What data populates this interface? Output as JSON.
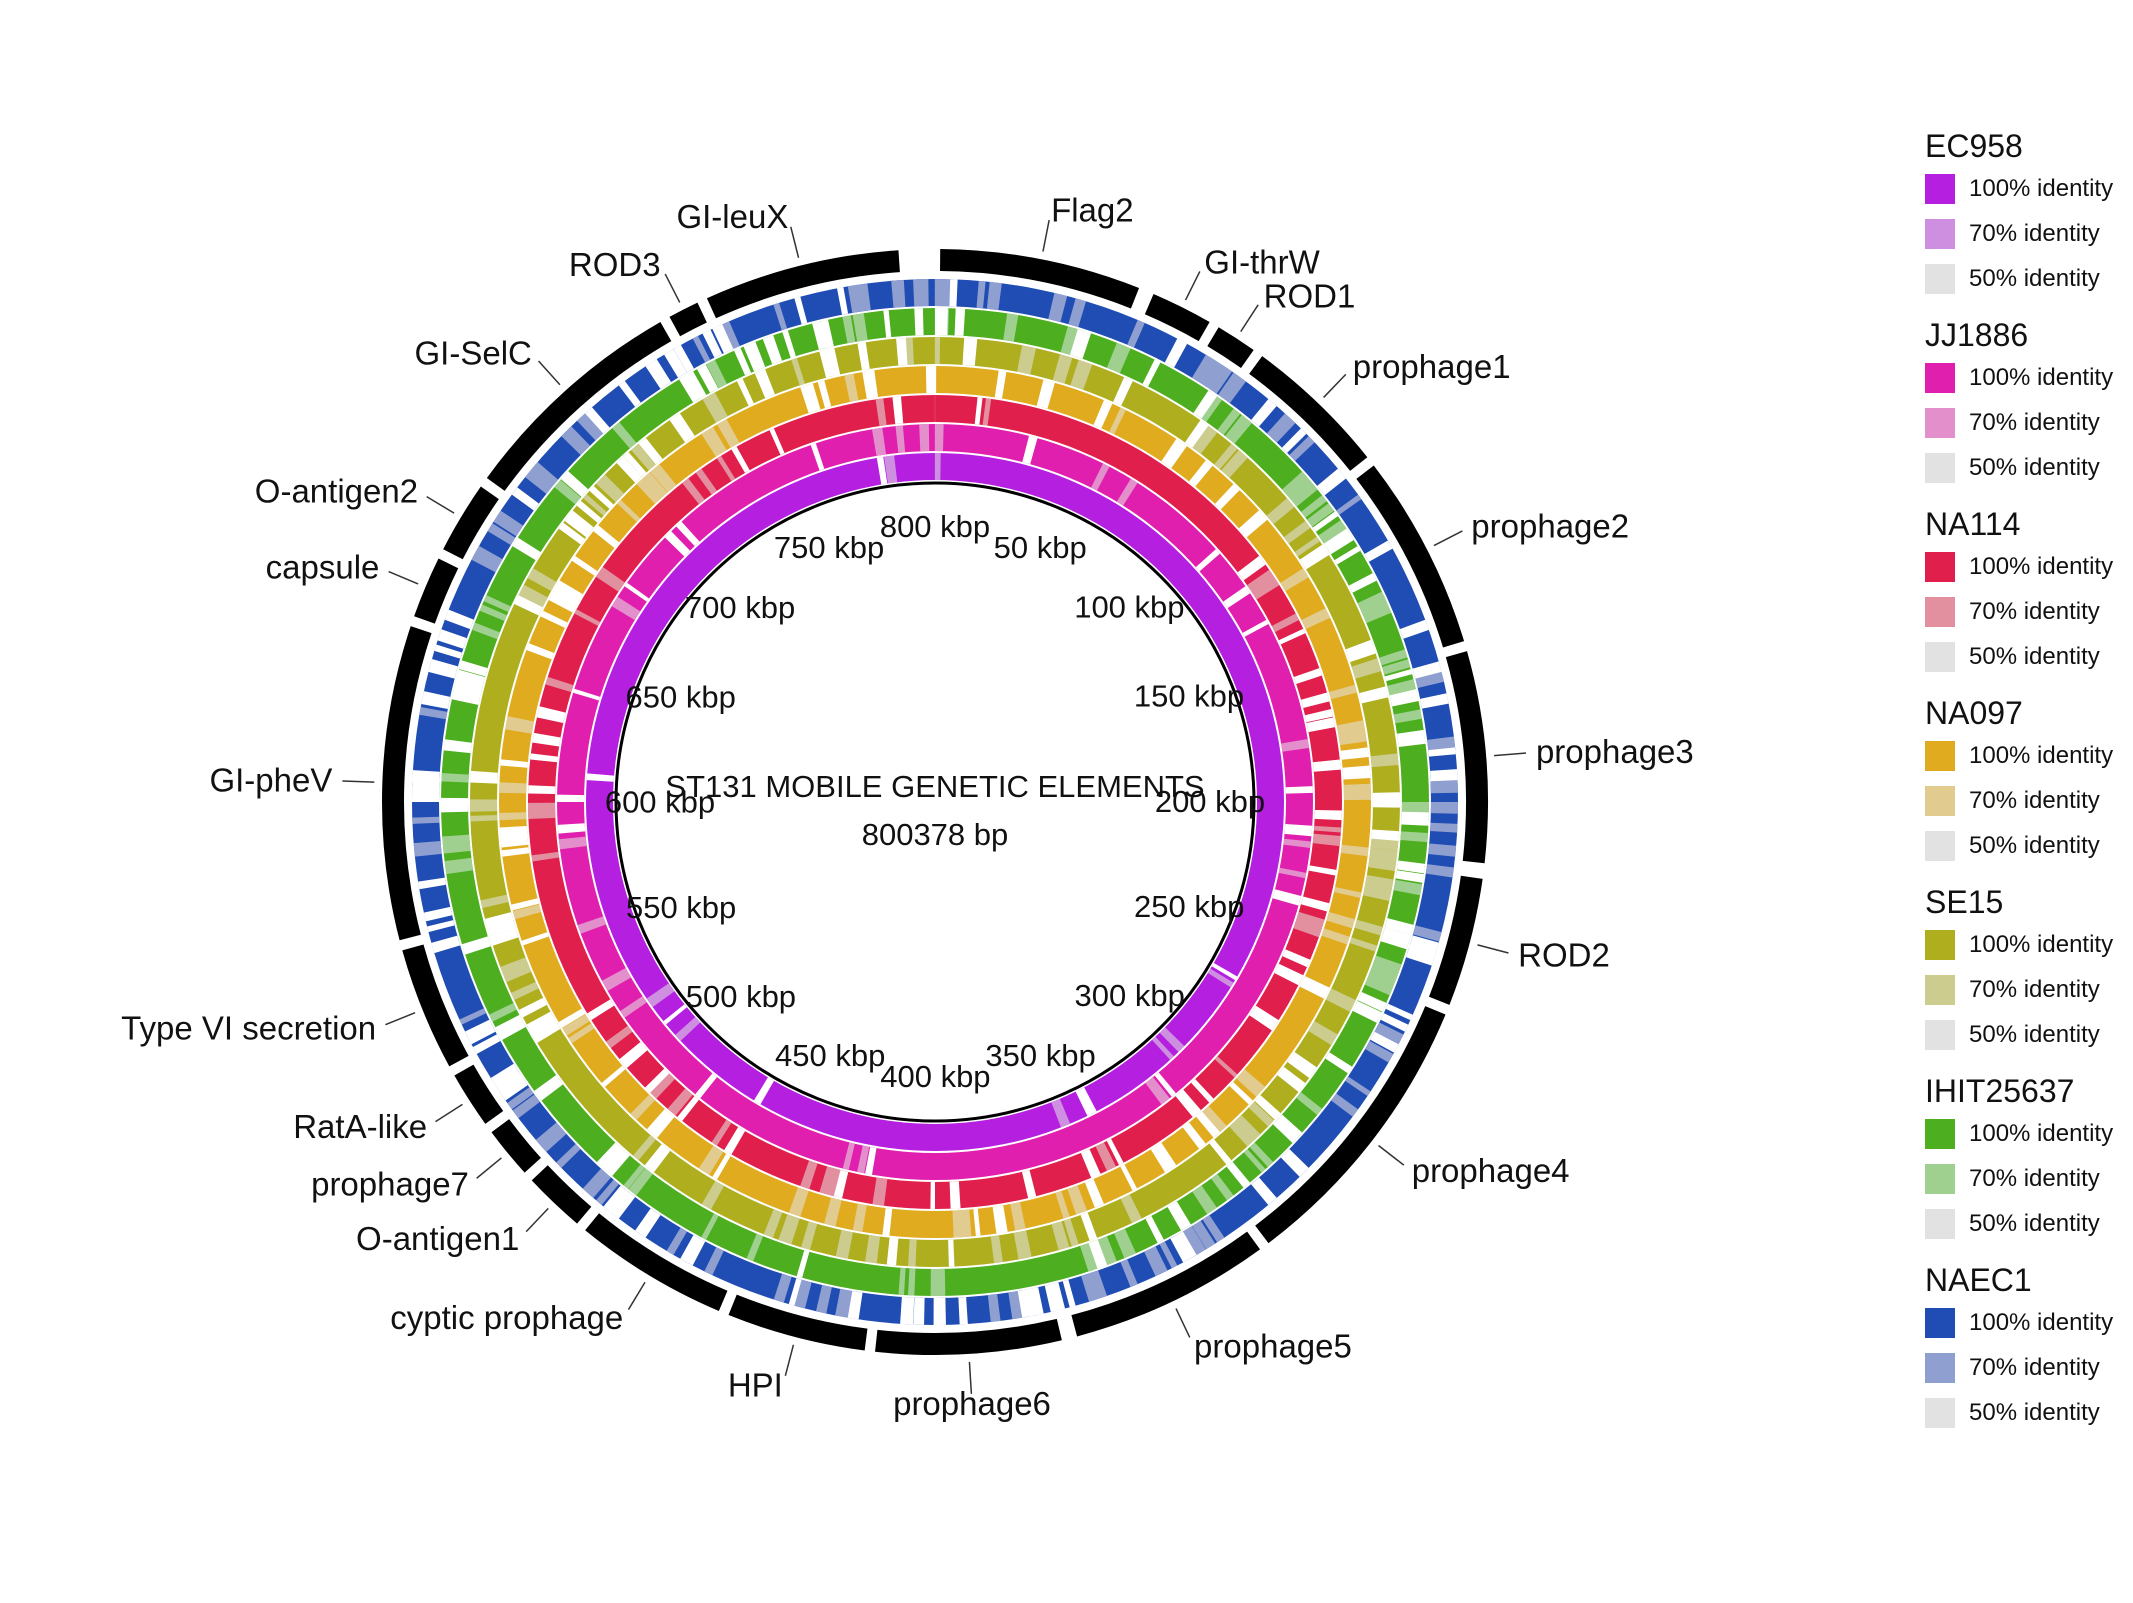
{
  "center": {
    "title": "ST131 MOBILE GENETIC ELEMENTS",
    "length_label": "800378 bp"
  },
  "genome_length_bp": 800378,
  "kbp_ticks": [
    "800 kbp",
    "50 kbp",
    "100 kbp",
    "150 kbp",
    "200 kbp",
    "250 kbp",
    "300 kbp",
    "350 kbp",
    "400 kbp",
    "450 kbp",
    "500 kbp",
    "550 kbp",
    "600 kbp",
    "650 kbp",
    "700 kbp",
    "750 kbp"
  ],
  "rings": [
    {
      "name": "EC958",
      "colors": {
        "100": "#b41fe0",
        "70": "#cf8fe0",
        "50": "#e2e2e2"
      }
    },
    {
      "name": "JJ1886",
      "colors": {
        "100": "#e01fae",
        "70": "#e28fcc",
        "50": "#e2e2e2"
      }
    },
    {
      "name": "NA114",
      "colors": {
        "100": "#e01f4d",
        "70": "#e28f9f",
        "50": "#e2e2e2"
      }
    },
    {
      "name": "NA097",
      "colors": {
        "100": "#e0ab1f",
        "70": "#e2cb8f",
        "50": "#e2e2e2"
      }
    },
    {
      "name": "SE15",
      "colors": {
        "100": "#aeae1f",
        "70": "#cccc8f",
        "50": "#e2e2e2"
      }
    },
    {
      "name": "IHIT25637",
      "colors": {
        "100": "#4dae1f",
        "70": "#9fd08f",
        "50": "#e2e2e2"
      }
    },
    {
      "name": "NAEC1",
      "colors": {
        "100": "#1f4db4",
        "70": "#8f9fd0",
        "50": "#e2e2e2"
      }
    }
  ],
  "legend": {
    "levels": [
      "100% identity",
      "70% identity",
      "50% identity"
    ]
  },
  "elements": [
    {
      "label": "Flag2",
      "start_deg": 1,
      "end_deg": 40
    },
    {
      "label": "GI-thrW",
      "start_deg": 43,
      "end_deg": 55
    },
    {
      "label": "ROD1",
      "start_deg": 57,
      "end_deg": 65
    },
    {
      "label": "prophage1",
      "start_deg": 67,
      "end_deg": 95
    },
    {
      "label": "prophage2",
      "start_deg": 97,
      "end_deg": 135
    },
    {
      "label": "prophage3",
      "start_deg": 137,
      "end_deg": 178
    },
    {
      "label": "ROD2",
      "start_deg": 181,
      "end_deg": 206
    },
    {
      "label": "prophage4",
      "start_deg": 208,
      "end_deg": 264
    },
    {
      "label": "prophage5",
      "start_deg": 266,
      "end_deg": 305
    },
    {
      "label": "prophage6",
      "start_deg": 308,
      "end_deg": 344
    },
    {
      "label": "HPI",
      "start_deg": 346,
      "end_deg": 373
    },
    {
      "label": "cyptic prophage",
      "start_deg": 375,
      "end_deg": 405
    },
    {
      "label": "O-antigen1",
      "start_deg": 407,
      "end_deg": 419
    },
    {
      "label": "prophage7",
      "start_deg": 421,
      "end_deg": 431
    },
    {
      "label": "RatA-like",
      "start_deg": 433,
      "end_deg": 444
    },
    {
      "label": "Type VI secretion",
      "start_deg": 446,
      "end_deg": 470
    },
    {
      "label": "GI-pheV",
      "start_deg": 472,
      "end_deg": 533
    },
    {
      "label": "capsule",
      "start_deg": 535,
      "end_deg": 547
    },
    {
      "label": "O-antigen2",
      "start_deg": 549,
      "end_deg": 563
    },
    {
      "label": "GI-SelC",
      "start_deg": 565,
      "end_deg": 610
    },
    {
      "label": "ROD3",
      "start_deg": 612,
      "end_deg": 618
    },
    {
      "label": "GI-leuX",
      "start_deg": 620,
      "end_deg": 658
    }
  ]
}
